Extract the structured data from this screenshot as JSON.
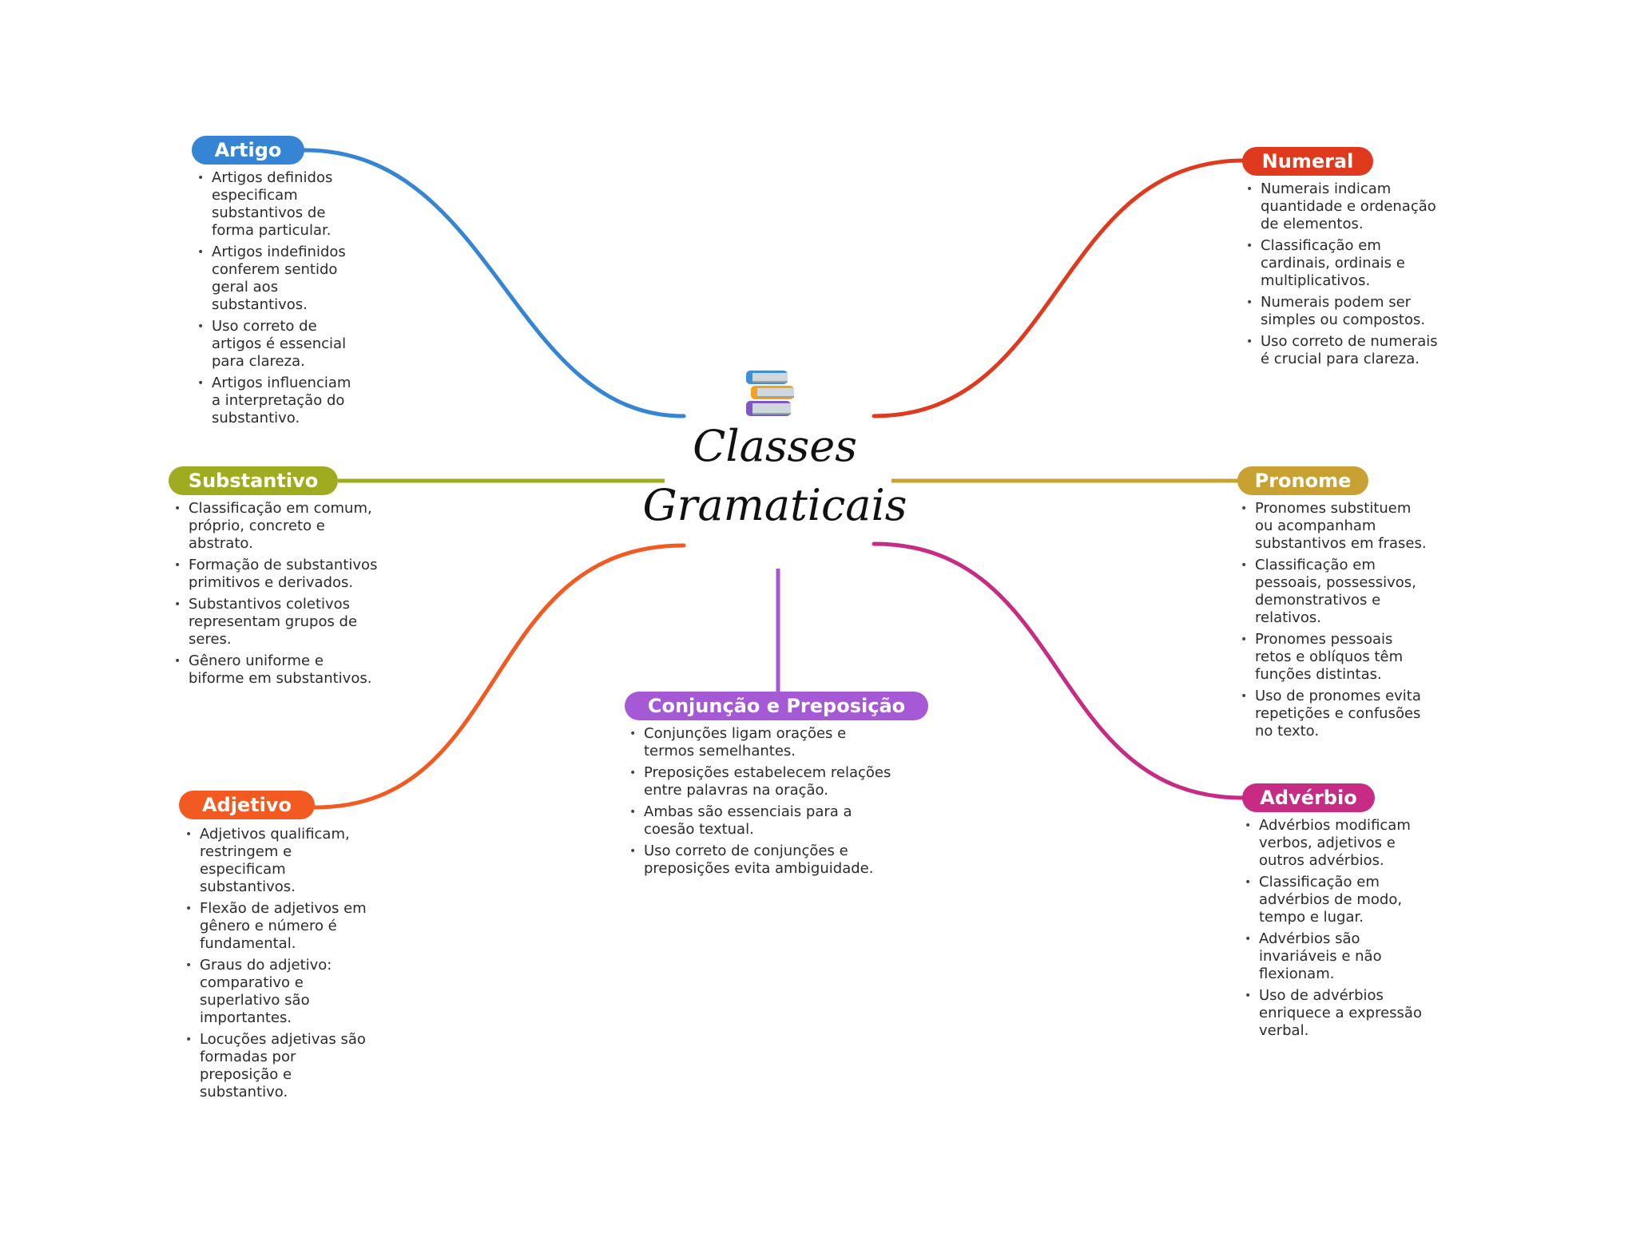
{
  "central": {
    "icon": "books-icon",
    "title_line1": "Classes",
    "title_line2": "Gramaticais"
  },
  "colors": {
    "artigo": "#3585d4",
    "numeral": "#e03a1e",
    "substantivo": "#a0ac1f",
    "pronome": "#c9a032",
    "adjetivo": "#f25a22",
    "adverbio": "#c72b84",
    "conjuncao": "#a659d4"
  },
  "branches": {
    "artigo": {
      "label": "Artigo",
      "items": [
        "Artigos definidos especificam substantivos de forma particular.",
        "Artigos indefinidos conferem sentido geral aos substantivos.",
        "Uso correto de artigos é essencial para clareza.",
        "Artigos influenciam a interpretação do substantivo."
      ]
    },
    "substantivo": {
      "label": "Substantivo",
      "items": [
        "Classificação em comum, próprio, concreto e abstrato.",
        "Formação de substantivos primitivos e derivados.",
        "Substantivos coletivos representam grupos de seres.",
        "Gênero uniforme e biforme em substantivos."
      ]
    },
    "adjetivo": {
      "label": "Adjetivo",
      "items": [
        "Adjetivos qualificam, restringem e especificam substantivos.",
        "Flexão de adjetivos em gênero e número é fundamental.",
        "Graus do adjetivo: comparativo e superlativo são importantes.",
        "Locuções adjetivas são formadas por preposição e substantivo."
      ]
    },
    "conjuncao": {
      "label": "Conjunção e Preposição",
      "items": [
        "Conjunções ligam orações e termos semelhantes.",
        "Preposições estabelecem relações entre palavras na oração.",
        "Ambas são essenciais para a coesão textual.",
        "Uso correto de conjunções e preposições evita ambiguidade."
      ]
    },
    "numeral": {
      "label": "Numeral",
      "items": [
        "Numerais indicam quantidade e ordenação de elementos.",
        "Classificação em cardinais, ordinais e multiplicativos.",
        "Numerais podem ser simples ou compostos.",
        "Uso correto de numerais é crucial para clareza."
      ]
    },
    "pronome": {
      "label": "Pronome",
      "items": [
        "Pronomes substituem ou acompanham substantivos em frases.",
        "Classificação em pessoais, possessivos, demonstrativos e relativos.",
        "Pronomes pessoais retos e oblíquos têm funções distintas.",
        "Uso de pronomes evita repetições e confusões no texto."
      ]
    },
    "adverbio": {
      "label": "Advérbio",
      "items": [
        "Advérbios modificam verbos, adjetivos e outros advérbios.",
        "Classificação em advérbios de modo, tempo e lugar.",
        "Advérbios são invariáveis e não flexionam.",
        "Uso de advérbios enriquece a expressão verbal."
      ]
    }
  }
}
